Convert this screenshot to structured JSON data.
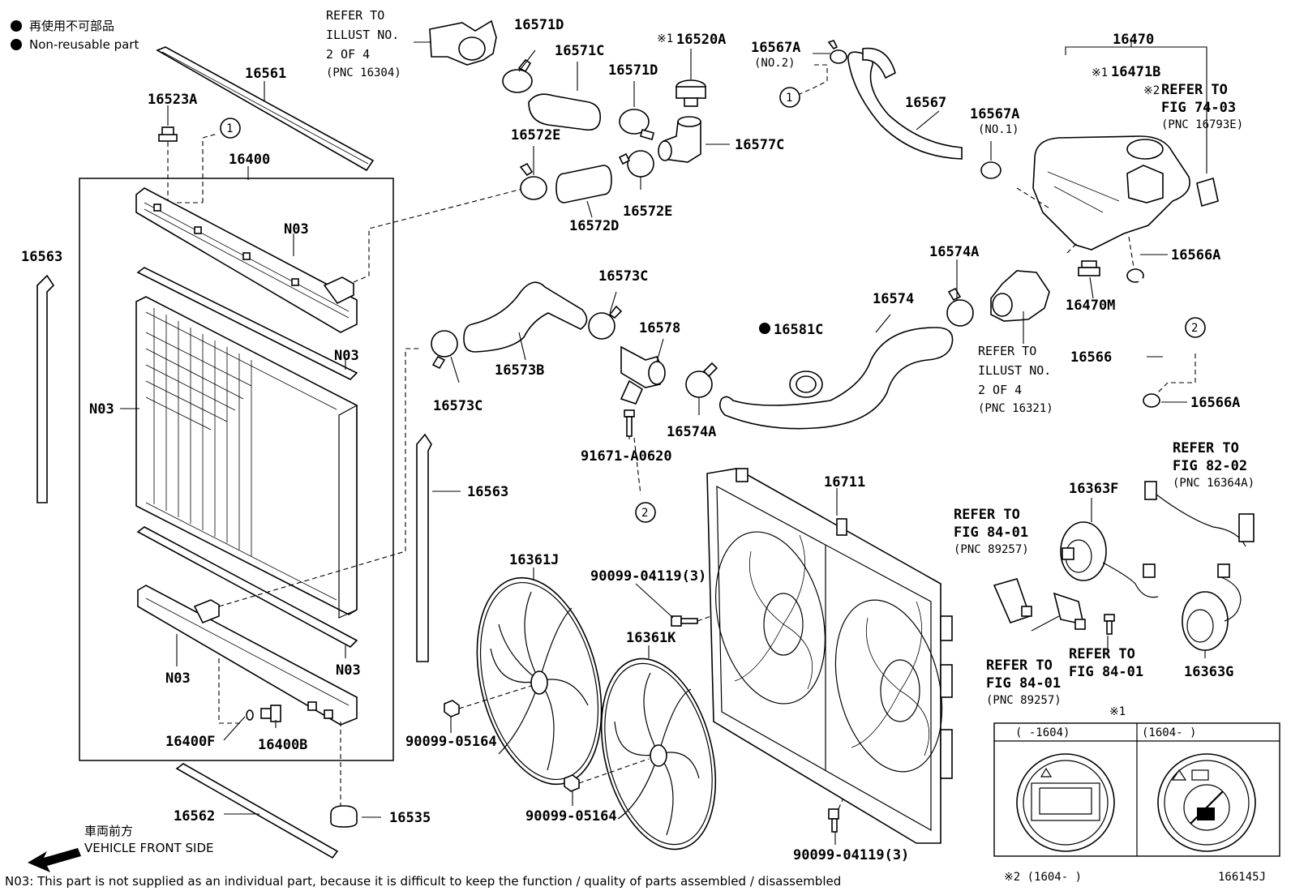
{
  "legend": {
    "bullet_jp": "再使用不可部品",
    "bullet_en": "Non-reusable part"
  },
  "part_numbers": {
    "p16561": "16561",
    "p16523A": "16523A",
    "p16400": "16400",
    "p16563_left": "16563",
    "p16563_mid": "16563",
    "n03_upper": "N03",
    "n03_top_seal": "N03",
    "n03_core": "N03",
    "n03_lower_tank": "N03",
    "n03_bottom_seal": "N03",
    "p16400F": "16400F",
    "p16400B": "16400B",
    "p16562": "16562",
    "p16535": "16535",
    "p16571D_a": "16571D",
    "p16571C": "16571C",
    "p16571D_b": "16571D",
    "p16520A": "16520A",
    "p16572E_a": "16572E",
    "p16572D": "16572D",
    "p16572E_b": "16572E",
    "p16577C": "16577C",
    "p16567A_a": "16567A",
    "p16567A_a_sub": "(NO.2)",
    "p16567": "16567",
    "p16567A_b": "16567A",
    "p16567A_b_sub": "(NO.1)",
    "p16470": "16470",
    "p16471B": "16471B",
    "p16566A_a": "16566A",
    "p16470M": "16470M",
    "p16566": "16566",
    "p16566A_b": "16566A",
    "p16573C_a": "16573C",
    "p16573B": "16573B",
    "p16573C_b": "16573C",
    "p16578": "16578",
    "p16574A_a": "16574A",
    "p91671": "91671-A0620",
    "p16574": "16574",
    "p16574A_b": "16574A",
    "p16581C": "16581C",
    "p16711": "16711",
    "p16361J": "16361J",
    "p16361K": "16361K",
    "p90099_04119_a": "90099-04119(3)",
    "p90099_04119_b": "90099-04119(3)",
    "p90099_05164_a": "90099-05164",
    "p90099_05164_b": "90099-05164",
    "p16363F": "16363F",
    "p16363G": "16363G",
    "figure_id": "166145J"
  },
  "markers": {
    "ref1": "※1",
    "ref2": "※2",
    "circle1": "1",
    "circle2": "2"
  },
  "references": {
    "illust_top": [
      "REFER TO",
      "ILLUST NO.",
      "2 OF 4",
      "(PNC 16304)"
    ],
    "illust_right": [
      "REFER TO",
      "ILLUST NO.",
      "2 OF 4",
      "(PNC 16321)"
    ],
    "fig7403": [
      "REFER TO",
      "FIG 74-03",
      "(PNC 16793E)"
    ],
    "fig8202": [
      "REFER TO",
      "FIG 82-02",
      "(PNC 16364A)"
    ],
    "fig8401_a": [
      "REFER TO",
      "FIG 84-01",
      "(PNC 89257)"
    ],
    "fig8401_b": [
      "REFER TO",
      "FIG 84-01",
      "(PNC 89257)"
    ],
    "fig8401_c": [
      "REFER TO",
      "FIG 84-01"
    ]
  },
  "inset": {
    "marker": "※1",
    "col_left": "(     -1604)",
    "col_right": "(1604-      )",
    "footnote": "※2 (1604-      )"
  },
  "direction": {
    "jp": "車両前方",
    "en": "VEHICLE FRONT SIDE"
  },
  "footer_note": "N03: This part is not supplied as an individual part, because it is difficult to keep the function / quality of parts assembled / disassembled"
}
